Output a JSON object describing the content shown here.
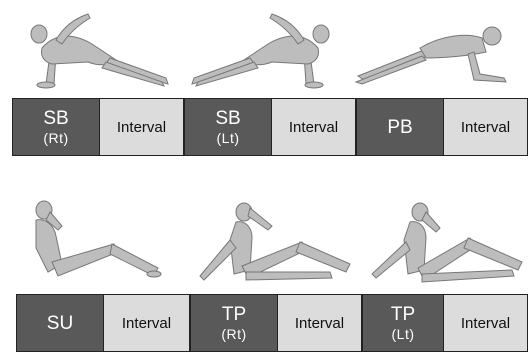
{
  "exercises": [
    {
      "label": "SB",
      "sub": "(Rt)",
      "interval": "Interval",
      "pose": "side-bridge-right"
    },
    {
      "label": "SB",
      "sub": "(Lt)",
      "interval": "Interval",
      "pose": "side-bridge-left"
    },
    {
      "label": "PB",
      "sub": "",
      "interval": "Interval",
      "pose": "prone-bridge"
    },
    {
      "label": "SU",
      "sub": "",
      "interval": "Interval",
      "pose": "sit-up"
    },
    {
      "label": "TP",
      "sub": "(Rt)",
      "interval": "Interval",
      "pose": "twist-right"
    },
    {
      "label": "TP",
      "sub": "(Lt)",
      "interval": "Interval",
      "pose": "twist-left"
    }
  ],
  "colors": {
    "exercise_fill": "#595959",
    "interval_fill": "#dcdcdc",
    "figure": "#b9b9b9",
    "figure_shade": "#8e8e8e"
  }
}
